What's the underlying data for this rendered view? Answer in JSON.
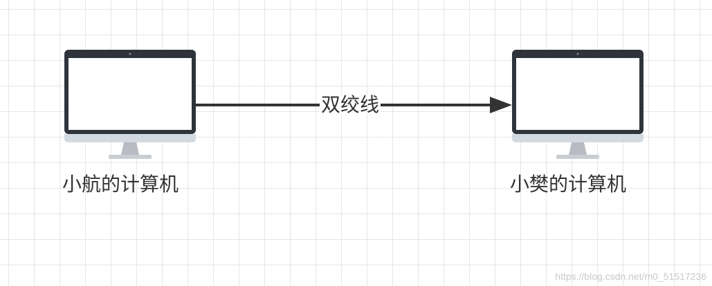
{
  "diagram": {
    "nodes": [
      {
        "id": "left",
        "label": "小航的计算机",
        "icon": "monitor-icon"
      },
      {
        "id": "right",
        "label": "小樊的计算机",
        "icon": "monitor-icon"
      }
    ],
    "edge": {
      "from": "left",
      "to": "right",
      "label": "双绞线",
      "arrow": "end"
    },
    "colors": {
      "monitor_frame": "#2f333c",
      "monitor_screen": "#ffffff",
      "monitor_chin": "#d3d9e1",
      "monitor_stand": "#b8bcc2",
      "edge": "#333333",
      "grid": "#e6e6e6"
    }
  },
  "watermark": "https://blog.csdn.net/m0_51517236"
}
